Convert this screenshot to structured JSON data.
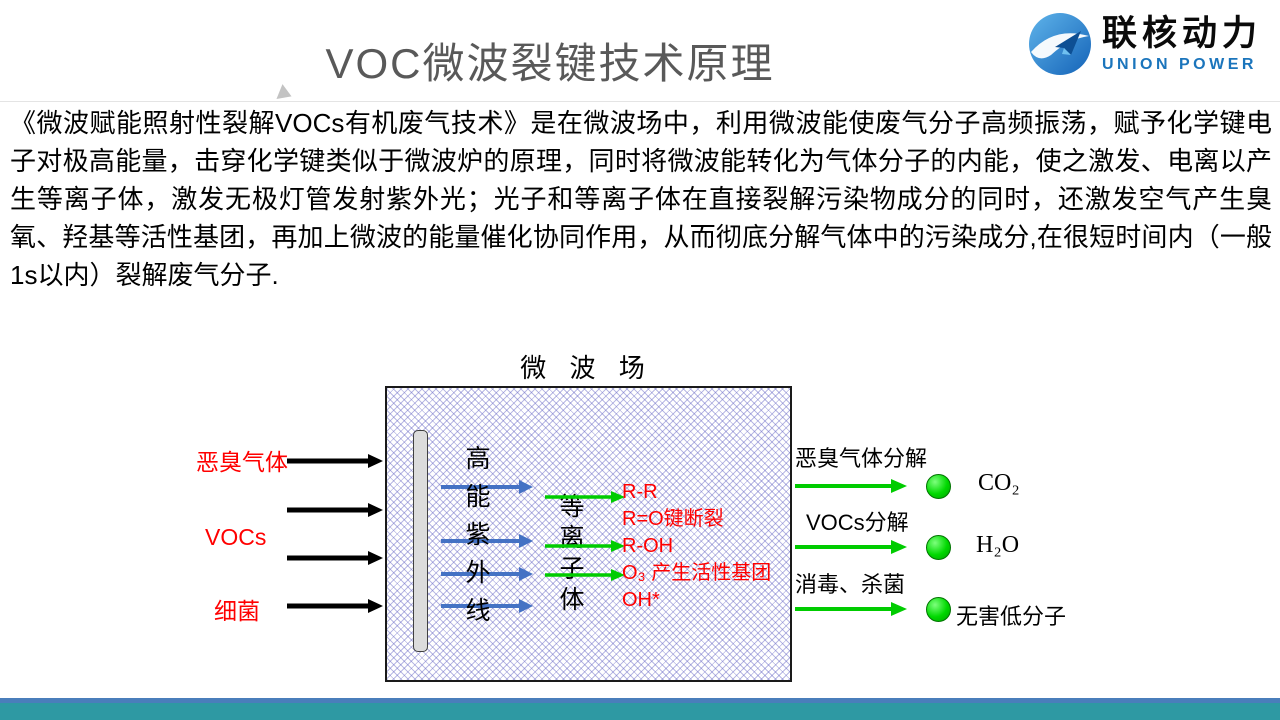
{
  "slide": {
    "title": "VOC微波裂键技术原理",
    "logo": {
      "name": "联核动力",
      "subtitle": "UNION POWER"
    },
    "intro": "《微波赋能照射性裂解VOCs有机废气技术》是在微波场中，利用微波能使废气分子高频振荡，赋予化学键电子对极高能量，击穿化学键类似于微波炉的原理，同时将微波能转化为气体分子的内能，使之激发、电离以产生等离子体，激发无极灯管发射紫外光；光子和等离子体在直接裂解污染物成分的同时，还激发空气产生臭氧、羟基等活性基团，再加上微波的能量催化协同作用，从而彻底分解气体中的污染成分,在很短时间内（一般1s以内）裂解废气分子."
  },
  "diagram": {
    "field_label": "微 波 场",
    "inputs": [
      {
        "label": "恶臭气体"
      },
      {
        "label": "VOCs"
      },
      {
        "label": "细菌"
      }
    ],
    "uv_column": "高能紫外线",
    "plasma_column": "等离子体",
    "reactions": [
      "R-R",
      "R=O键断裂",
      "R-OH",
      "O₃ 产生活性基团",
      "OH*"
    ],
    "outputs": [
      {
        "label": "恶臭气体分解",
        "product": "CO₂"
      },
      {
        "label": "VOCs分解",
        "product": "H₂O"
      },
      {
        "label": "消毒、杀菌",
        "product": "无害低分子"
      }
    ]
  },
  "colors": {
    "title_gray": "#595959",
    "input_red": "#FF0000",
    "uv_arrow_blue": "#4472C4",
    "green": "#00CC00",
    "logo_blue": "#1B75BC",
    "footer_blue": "#4A7EBB",
    "footer_teal": "#2E99A3"
  }
}
